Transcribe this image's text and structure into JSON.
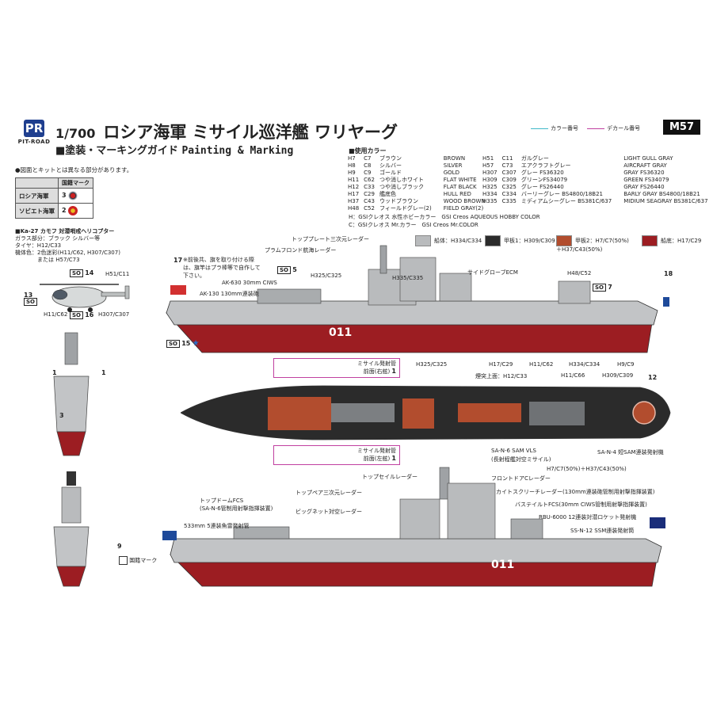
{
  "brand": {
    "logo_letter": "PR",
    "logo_text": "PIT-ROAD"
  },
  "header": {
    "scale": "1/700",
    "title": "ロシア海軍 ミサイル巡洋艦 ワリヤーグ",
    "subtitle_jp": "■塗装・マーキングガイド",
    "subtitle_en": "Painting & Marking",
    "legend_color_number": "カラー番号",
    "legend_decal_number": "デカール番号",
    "kit_code": "M57",
    "accent_cyan": "#40b8c8",
    "accent_magenta": "#c040a0"
  },
  "colors": {
    "heading": "■使用カラー",
    "left": [
      [
        "H7",
        "C7",
        "ブラウン",
        "BROWN"
      ],
      [
        "H8",
        "C8",
        "シルバー",
        "SILVER"
      ],
      [
        "H9",
        "C9",
        "ゴールド",
        "GOLD"
      ],
      [
        "H11",
        "C62",
        "つや消しホワイト",
        "FLAT WHITE"
      ],
      [
        "H12",
        "C33",
        "つや消しブラック",
        "FLAT BLACK"
      ],
      [
        "H17",
        "C29",
        "艦底色",
        "HULL RED"
      ],
      [
        "H37",
        "C43",
        "ウッドブラウン",
        "WOOD BROWN"
      ],
      [
        "H48",
        "C52",
        "フィールドグレー(2)",
        "FIELD GRAY(2)"
      ]
    ],
    "right": [
      [
        "H51",
        "C11",
        "ガルグレー",
        "LIGHT GULL GRAY"
      ],
      [
        "H57",
        "C73",
        "エアクラフトグレー",
        "AIRCRAFT GRAY"
      ],
      [
        "H307",
        "C307",
        "グレー FS36320",
        "GRAY FS36320"
      ],
      [
        "H309",
        "C309",
        "グリーンFS34079",
        "GREEN FS34079"
      ],
      [
        "H325",
        "C325",
        "グレー FS26440",
        "GRAY FS26440"
      ],
      [
        "H334",
        "C334",
        "バーリーグレー BS4800/18B21",
        "BARLY GRAY BS4800/18B21"
      ],
      [
        "H335",
        "C335",
        "ミディアムシーグレー BS381C/637",
        "MIDIUM SEAGRAY BS381C/637"
      ]
    ],
    "note_h": "H：GSIクレオス 水性ホビーカラー　GSI Creos AQUEOUS HOBBY COLOR",
    "note_c": "C：GSIクレオス Mr.カラー　GSI Creos Mr.COLOR"
  },
  "hull_swatches": [
    {
      "label": "船体：H334/C334",
      "color": "#b9bbbd"
    },
    {
      "label": "甲板1：H309/C309",
      "color": "#2b2b2b"
    },
    {
      "label": "甲板2：H7/C7(50%)＋H37/C43(50%)",
      "color": "#b24d2e"
    },
    {
      "label": "船底：H17/C29",
      "color": "#9c1d22"
    }
  ],
  "notes": {
    "diff": "●図面とキットとは異なる部分があります。",
    "mark_header": "国籍マーク",
    "mark_rows": [
      {
        "label": "ロシア海軍",
        "num": "3"
      },
      {
        "label": "ソビエト海軍",
        "num": "2"
      }
    ]
  },
  "heli": {
    "title": "■Ka-27 カモフ 対潜哨戒ヘリコプター",
    "lines": [
      "ガラス部分：ブラック シルバー等",
      "タイヤ：H12/C33",
      "機体色：2色迷彩(H11/C62, H307/C307)",
      "　　　　または H57/C73"
    ],
    "labels": [
      "SO",
      "14",
      "H51/C11",
      "13",
      "SO",
      "H11/C62",
      "SO",
      "16",
      "H307/C307"
    ]
  },
  "side_top": {
    "callouts": [
      "トッププレート三次元レーダー",
      "プラムフロンド航海レーダー",
      "※前後共、旗を取り付ける際は、旗竿はプラ棒等で自作して下さい。",
      "AK-630 30mm CIWS",
      "AK-130 130mm連装砲",
      "H325/C325",
      "H335/C335",
      "サイドグローブECM",
      "H48/C52",
      "H325/C325",
      "H17/C29",
      "H11/C62",
      "H334/C334",
      "H9/C9"
    ],
    "nums": [
      "17",
      "SO",
      "5",
      "SO",
      "7",
      "18",
      "SO",
      "15"
    ],
    "hull_number": "011"
  },
  "deck": {
    "missile_right": "ミサイル発射管\n前面(右舷)",
    "missile_left": "ミサイル発射管\n前面(左舷)",
    "n1": "1",
    "callouts": [
      "煙突上面：H12/C33",
      "H11/C66",
      "H309/C309",
      "12",
      "SA-N-6 SAM VLS",
      "(長射程艦対空ミサイル)",
      "H7/C7(50%)＋H37/C43(50%)",
      "SA-N-4 短SAM連装発射機"
    ]
  },
  "front": {
    "n1a": "1",
    "n1b": "1",
    "n3": "3",
    "n9": "9",
    "mark": "国籍マーク"
  },
  "side_bottom": {
    "callouts": [
      "トップセイルレーダー",
      "フロントドアCレーダー",
      "トップペア三次元レーダー",
      "トップドームFCS",
      "(SA-N-6管制用射撃指揮装置)",
      "ビッグネット対空レーダー",
      "カイトスクリーチレーダー(130mm連装砲管制用射撃指揮装置)",
      "バステイルトFCS(30mm CIWS管制用射撃指揮装置)",
      "RBU-6000 12連装対潜ロケット発射機",
      "533mm 5連装魚雷発射管",
      "SS-N-12 SSM連装発射筒"
    ],
    "hull_number": "011"
  }
}
